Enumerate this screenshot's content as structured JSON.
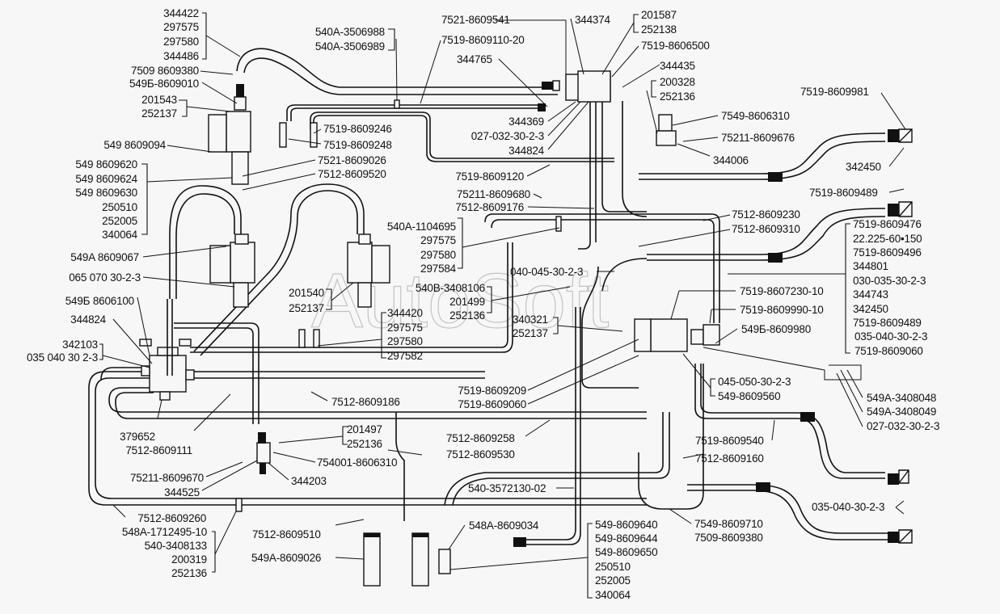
{
  "diagram": {
    "title": "Brake system pneumatic piping diagram",
    "watermark": "AutoSoft",
    "colors": {
      "background": "#f7f7f7",
      "ink": "#111111",
      "watermark": "#9a9a9a"
    }
  },
  "labels": {
    "tl_group": [
      "344422",
      "297575",
      "297580",
      "344486"
    ],
    "l_7509_8609380": "7509 8609380",
    "l_549b_8609010": "549Б-8609010",
    "tl_nut": [
      "201543",
      "252137"
    ],
    "l_549_8609094": "549 8609094",
    "left_group": [
      "549 8609620",
      "549 8609624",
      "549 8609630",
      "250510",
      "252005",
      "340064"
    ],
    "l_549a_8609067": "549A 8609067",
    "l_065_070": "065 070 30-2-3",
    "l_549b_8606100": "549Б 8606100",
    "l_344824_left": "344824",
    "left_nut": [
      "342103",
      "035 040 30 2-3"
    ],
    "l_379652": "379652",
    "l_7512_8609111": "7512-8609111",
    "l_75211_8609670": "75211-8609670",
    "l_344525": "344525",
    "l_7512_8609260": "7512-8609260",
    "bottom_left_group": [
      "548A-1712495-10",
      "540-3408133",
      "200319",
      "252136"
    ],
    "top_clip": [
      "540A-3506988",
      "540A-3506989"
    ],
    "l_7519_8609246": "7519-8609246",
    "l_7519_8609248": "7519-8609248",
    "l_7521_8609026": "7521-8609026",
    "l_7512_8609520": "7512-8609520",
    "mid_nut": [
      "201540",
      "252137"
    ],
    "mid_group": [
      "344420",
      "297575",
      "297580",
      "297582"
    ],
    "l_7512_8609186": "7512-8609186",
    "tee_nut": [
      "201497",
      "252136"
    ],
    "l_754001_8606310": "754001-8606310",
    "l_344203": "344203",
    "l_7512_8609510": "7512-8609510",
    "l_549a_8609026": "549A-8609026",
    "l_7521_8609541": "7521-8609541",
    "l_7519_8609110_20": "7519-8609110-20",
    "l_344765": "344765",
    "l_344374": "344374",
    "top_nut": [
      "201587",
      "252138"
    ],
    "l_7519_8606500": "7519-8606500",
    "l_344435": "344435",
    "valve_nut": [
      "200328",
      "252136"
    ],
    "l_344369": "344369",
    "l_027_032_top": "027-032-30-2-3",
    "l_344824_top": "344824",
    "l_7549_8606310": "7549-8606310",
    "l_75211_8609676": "75211-8609676",
    "l_344006": "344006",
    "l_7519_8609120": "7519-8609120",
    "l_75211_8609680": "75211-8609680",
    "l_7512_8609176": "7512-8609176",
    "center_group": [
      "540A-1104695",
      "297575",
      "297580",
      "297584"
    ],
    "l_040_045": "040-045-30-2-3",
    "center_nut": [
      "540B-3408106",
      "201499",
      "252136"
    ],
    "center_nut2": [
      "340321",
      "252137"
    ],
    "l_7519_8609209": "7519-8609209",
    "l_7519_8609060": "7519-8609060",
    "l_7512_8609258": "7512-8609258",
    "l_7512_8609530": "7512-8609530",
    "l_540_3572130_02": "540-3572130-02",
    "l_548a_8609034": "548A-8609034",
    "bottom_group": [
      "549-8609640",
      "549-8609644",
      "549-8609650",
      "250510",
      "252005",
      "340064"
    ],
    "l_7549_8609710": "7549-8609710",
    "l_7509_8609380_b": "7509-8609380",
    "l_7512_8609160": "7512-8609160",
    "l_7519_8609540": "7519-8609540",
    "right_nut": [
      "045-050-30-2-3",
      "549-8609560"
    ],
    "valve_group": [
      "549A-3408048",
      "549A-3408049",
      "027-032-30-2-3"
    ],
    "l_7519_8609981": "7519-8609981",
    "l_342450": "342450",
    "l_7519_8609489": "7519-8609489",
    "l_7512_8609230": "7512-8609230",
    "l_7512_8609310": "7512-8609310",
    "right_group": [
      "7519-8609476",
      "22.225-60•150",
      "7519-8609496",
      "344801",
      "030-035-30-2-3",
      "344743",
      "342450",
      "7519-8609489",
      "035-040-30-2-3",
      "7519-8609060"
    ],
    "l_7519_8607230_10": "7519-8607230-10",
    "l_7519_8609990_10": "7519-8609990-10",
    "l_549b_8609980": "549Б-8609980",
    "l_035_040_br": "035-040-30-2-3"
  }
}
